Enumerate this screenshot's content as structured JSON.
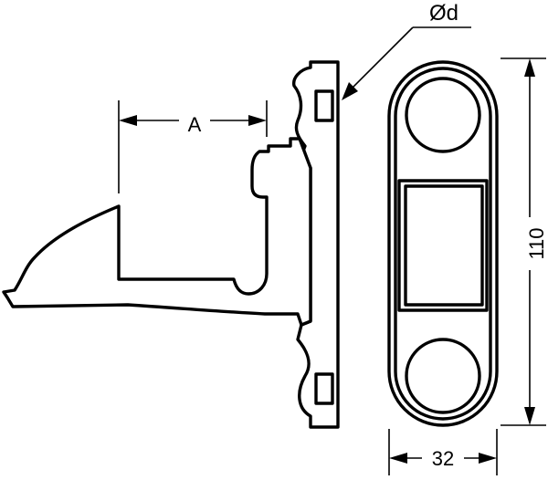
{
  "drawing": {
    "labels": {
      "dim_a": "A",
      "dim_diameter": "Ød",
      "dim_height": "110",
      "dim_width": "32"
    }
  }
}
